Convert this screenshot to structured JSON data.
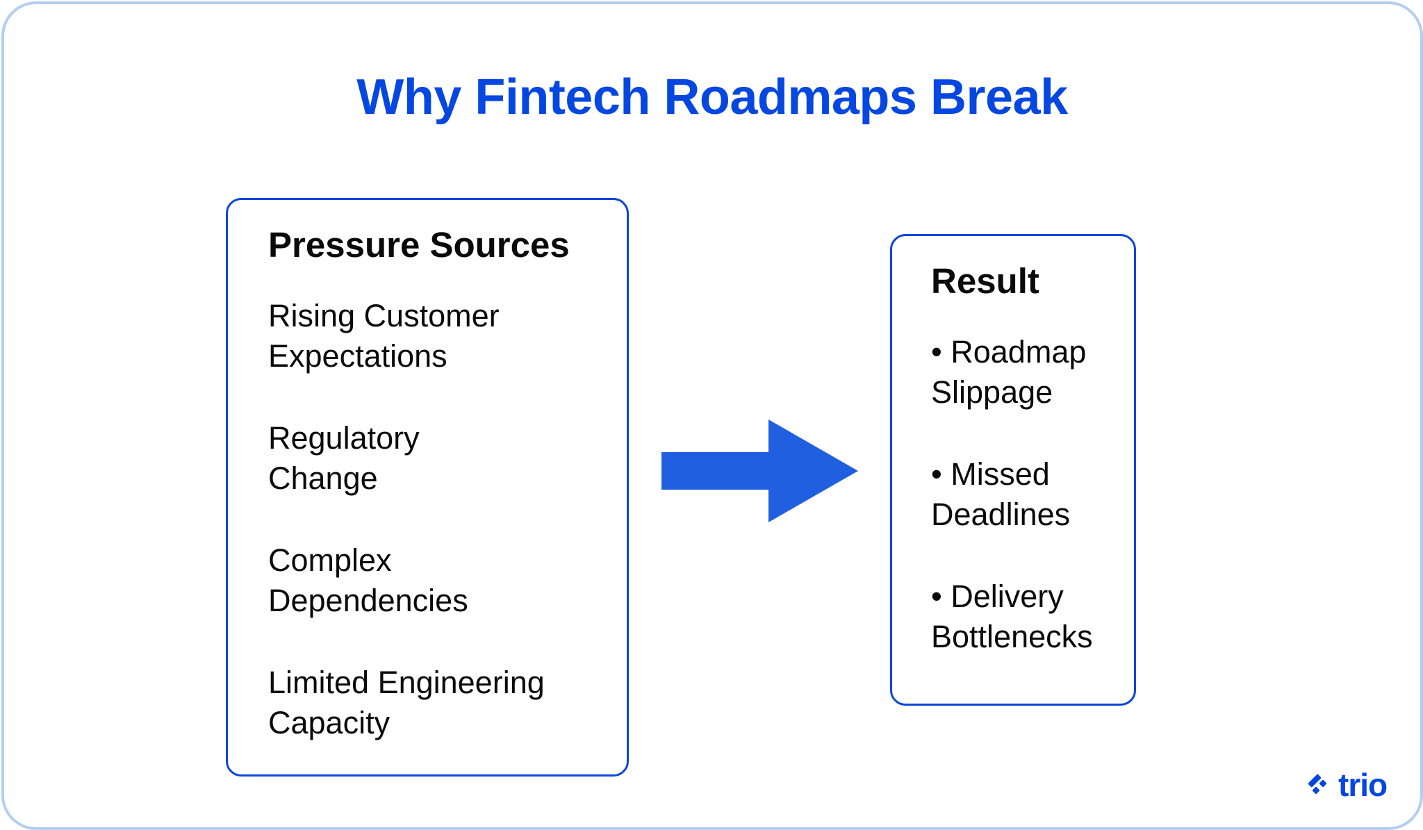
{
  "title": "Why Fintech Roadmaps Break",
  "colors": {
    "accent": "#0547E0",
    "box_border": "#0B45DB",
    "arrow": "#1F5FE0",
    "frame_border": "#B3CEF0",
    "text": "#0a0a0a"
  },
  "pressure_sources": {
    "heading": "Pressure Sources",
    "items": [
      {
        "line1": "Rising Customer",
        "line2": "Expectations"
      },
      {
        "line1": "Regulatory",
        "line2": "Change"
      },
      {
        "line1": "Complex",
        "line2": "Dependencies"
      },
      {
        "line1": "Limited Engineering",
        "line2": "Capacity"
      }
    ]
  },
  "arrow": {
    "icon": "right-arrow-icon"
  },
  "result": {
    "heading": "Result",
    "items": [
      {
        "line1": "• Roadmap",
        "line2": "Slippage"
      },
      {
        "line1": "• Missed",
        "line2": "Deadlines"
      },
      {
        "line1": "• Delivery",
        "line2": "Bottlenecks"
      }
    ]
  },
  "logo": {
    "text": "trio",
    "icon": "trio-logo-icon"
  }
}
